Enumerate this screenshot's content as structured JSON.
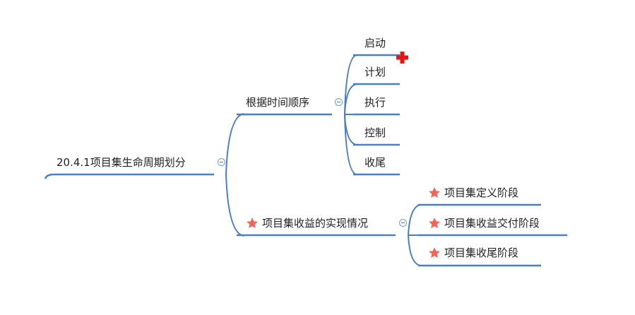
{
  "root": {
    "label": "20.4.1项目集生命周期划分"
  },
  "branches": [
    {
      "label": "根据时间顺序",
      "starred": false,
      "children": [
        {
          "label": "启动",
          "starred": false
        },
        {
          "label": "计划",
          "starred": false
        },
        {
          "label": "执行",
          "starred": false
        },
        {
          "label": "控制",
          "starred": false
        },
        {
          "label": "收尾",
          "starred": false
        }
      ]
    },
    {
      "label": "项目集收益的实现情况",
      "starred": true,
      "children": [
        {
          "label": "项目集定义阶段",
          "starred": true
        },
        {
          "label": "项目集收益交付阶段",
          "starred": true
        },
        {
          "label": "项目集收尾阶段",
          "starred": true
        }
      ]
    }
  ],
  "colors": {
    "line": "#4a7fc0",
    "star": "#f0645a",
    "plus_marker": "#e81414",
    "text": "#222222"
  },
  "icons": {
    "collapse": "collapse-minus-icon",
    "star": "star-icon",
    "plus": "plus-marker-icon"
  }
}
